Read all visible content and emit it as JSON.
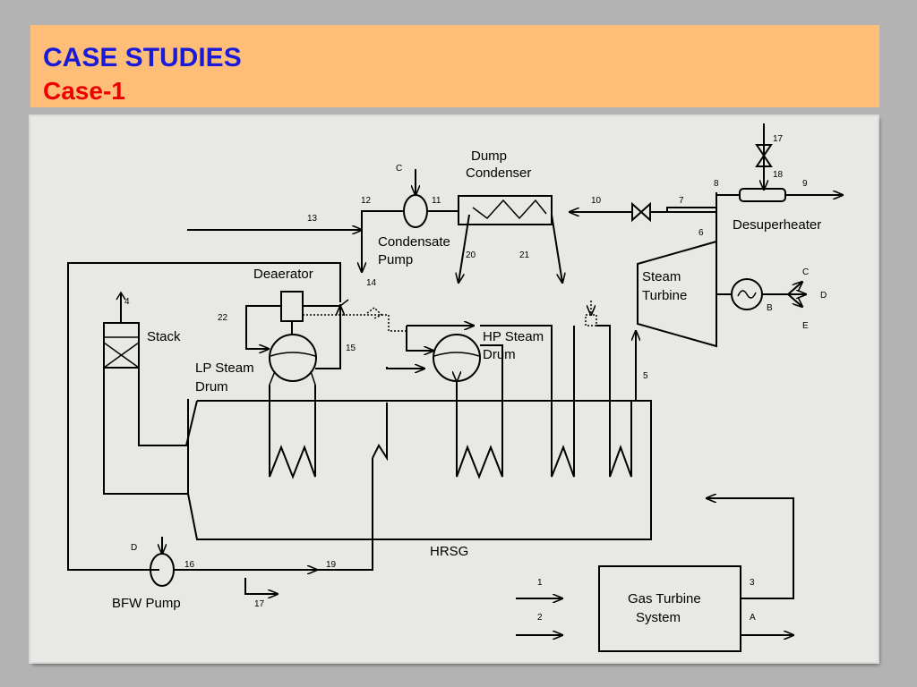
{
  "header": {
    "title": "CASE STUDIES",
    "subtitle": "Case-1"
  },
  "diagram": {
    "labels": {
      "dump_condenser": [
        "Dump",
        "Condenser"
      ],
      "condensate_pump": [
        "Condensate",
        "Pump"
      ],
      "deaerator": "Deaerator",
      "stack": "Stack",
      "lp_drum": [
        "LP Steam",
        "Drum"
      ],
      "hp_drum": [
        "HP Steam",
        "Drum"
      ],
      "steam_turbine": [
        "Steam",
        "Turbine"
      ],
      "desuperheater": "Desuperheater",
      "hrsg": "HRSG",
      "bfw_pump": "BFW Pump",
      "gas_turbine": [
        "Gas Turbine",
        "System"
      ]
    },
    "stream_numbers": {
      "s1": "1",
      "s2": "2",
      "s3": "3",
      "s4": "4",
      "s5": "5",
      "s6": "6",
      "s7": "7",
      "s8": "8",
      "s9": "9",
      "s10": "10",
      "s11": "11",
      "s12": "12",
      "s13": "13",
      "s14": "14",
      "s15": "15",
      "s16": "16",
      "s17a": "17",
      "s17b": "17",
      "s18": "18",
      "s19": "19",
      "s20": "20",
      "s21": "21",
      "s22": "22"
    },
    "letters": {
      "c_pump": "C",
      "d_pump": "D",
      "gen_b": "B",
      "gen_c": "C",
      "gen_d": "D",
      "gen_e": "E",
      "gt_a": "A"
    }
  }
}
